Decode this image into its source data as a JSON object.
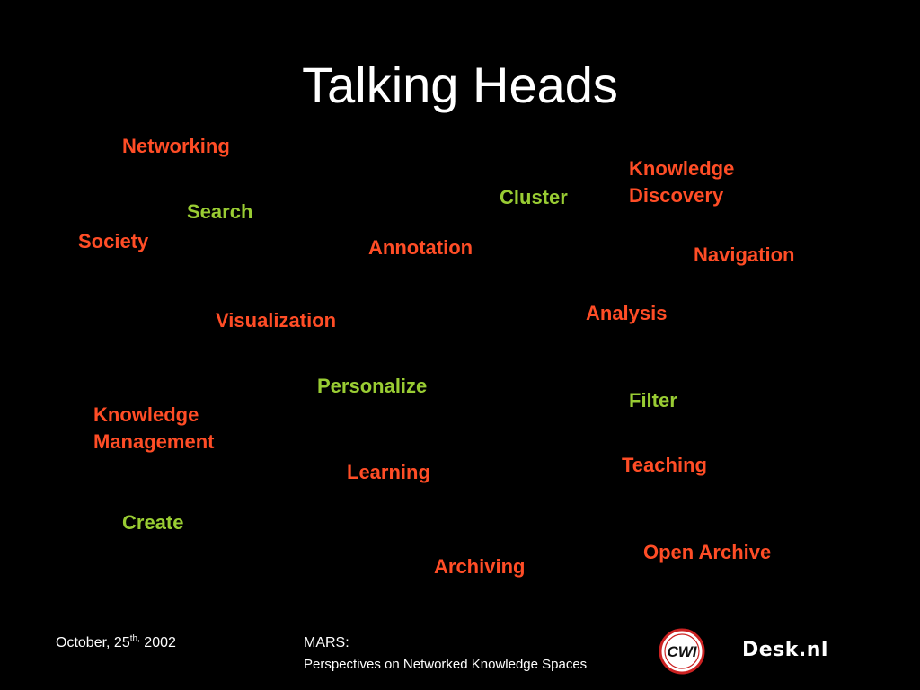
{
  "slide": {
    "title": "Talking Heads"
  },
  "colors": {
    "background": "#000000",
    "title": "#ffffff",
    "red_term": "#ff4d26",
    "green_term": "#99cc33"
  },
  "terms": {
    "networking": "Networking",
    "knowledge_discovery_line1": "Knowledge",
    "knowledge_discovery_line2": "Discovery",
    "cluster": "Cluster",
    "search": "Search",
    "society": "Society",
    "annotation": "Annotation",
    "navigation": "Navigation",
    "analysis": "Analysis",
    "visualization": "Visualization",
    "personalize": "Personalize",
    "filter": "Filter",
    "knowledge_management_line1": "Knowledge",
    "knowledge_management_line2": "Management",
    "learning": "Learning",
    "teaching": "Teaching",
    "create": "Create",
    "open_archive": "Open Archive",
    "archiving": "Archiving"
  },
  "footer": {
    "date_prefix": "October, 25",
    "date_sup": "th,",
    "date_suffix": " 2002",
    "event": "MARS:",
    "subtitle": "Perspectives on Networked Knowledge Spaces",
    "cwi_logo_text": "CWI",
    "desk_logo_text": "Desk.nl"
  }
}
